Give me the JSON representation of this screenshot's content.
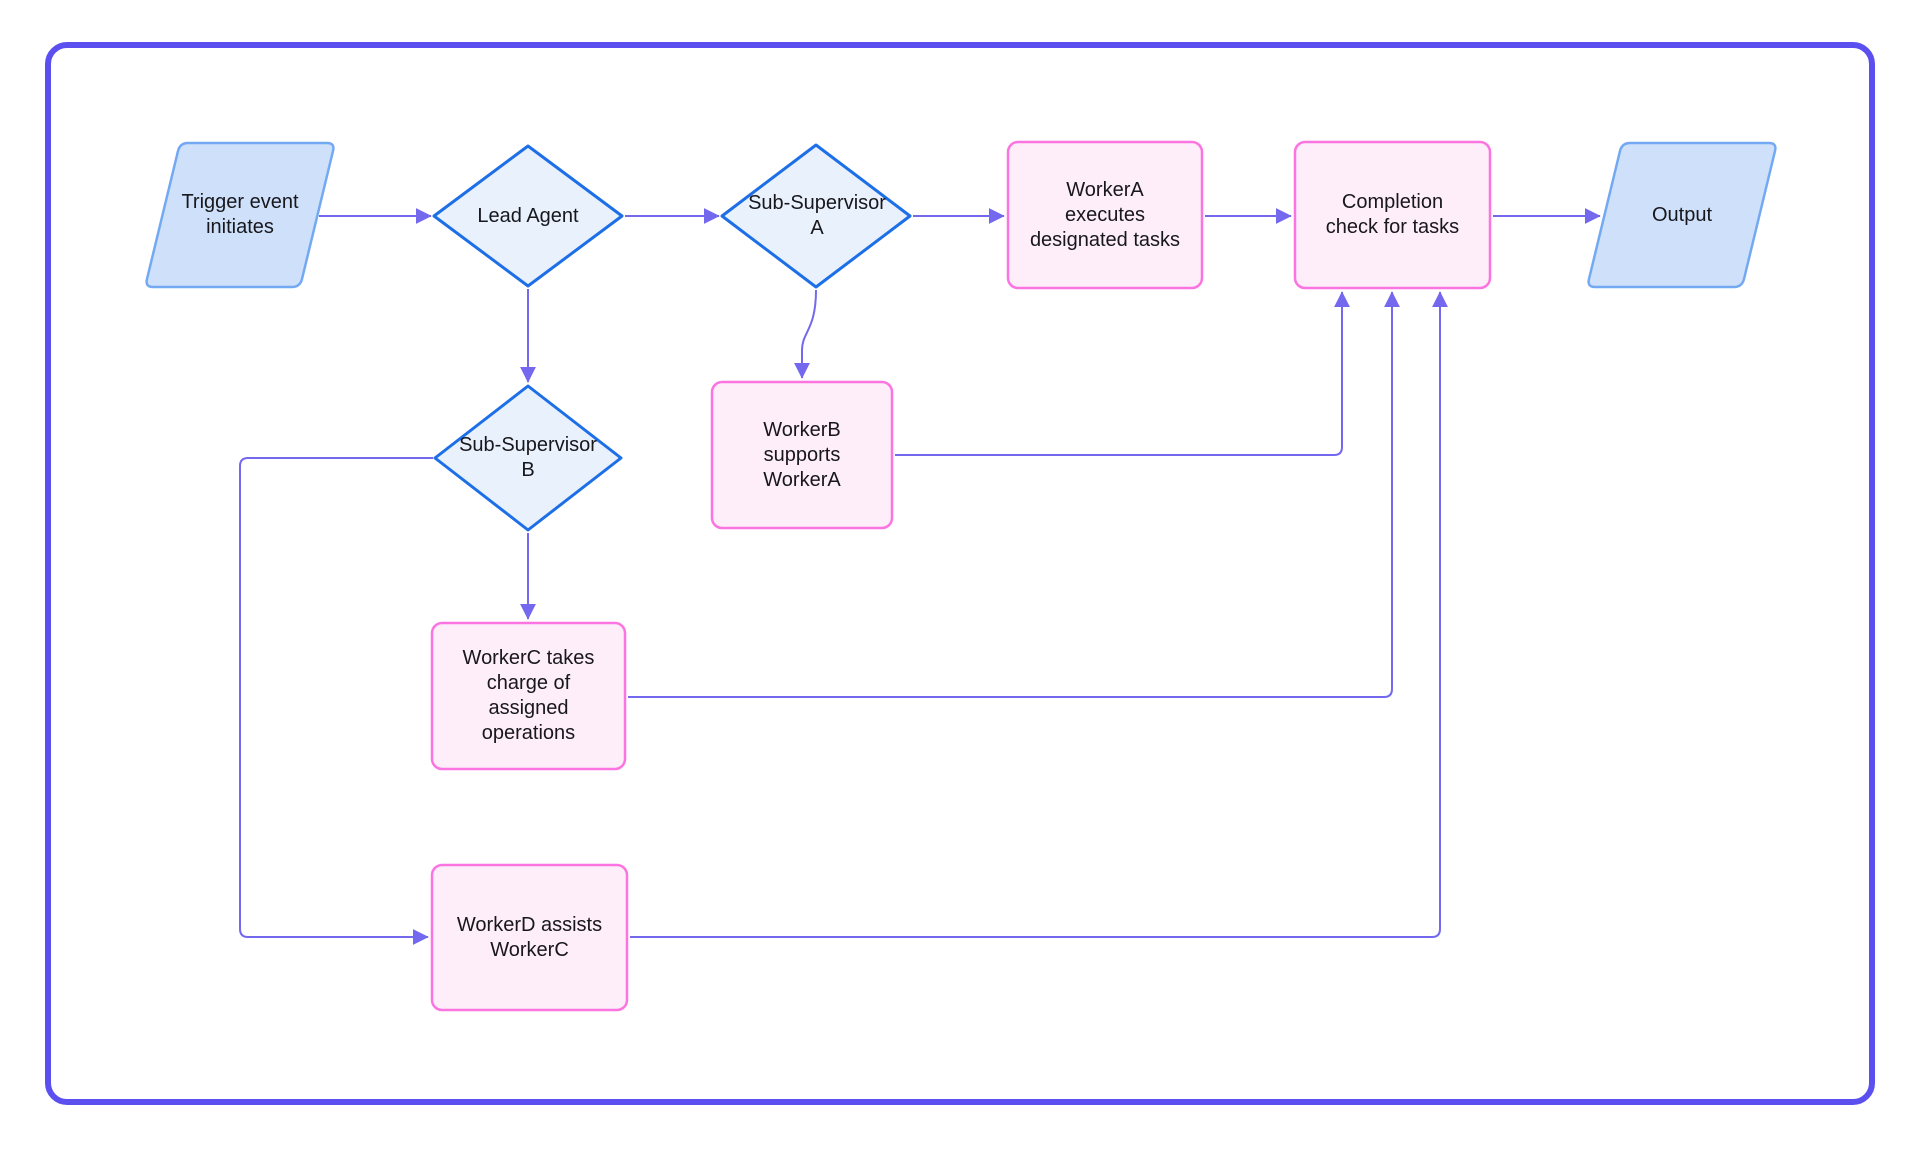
{
  "diagram": {
    "title": "Multi-agent task delegation flowchart",
    "nodes": {
      "trigger": {
        "label": "Trigger event\ninitiates",
        "shape": "parallelogram"
      },
      "lead_agent": {
        "label": "Lead Agent",
        "shape": "diamond"
      },
      "sub_supervisor_a": {
        "label": "Sub-Supervisor\nA",
        "shape": "diamond"
      },
      "sub_supervisor_b": {
        "label": "Sub-Supervisor\nB",
        "shape": "diamond"
      },
      "worker_a": {
        "label": "WorkerA\nexecutes\ndesignated tasks",
        "shape": "rounded-rectangle"
      },
      "worker_b": {
        "label": "WorkerB\nsupports\nWorkerA",
        "shape": "rounded-rectangle"
      },
      "worker_c": {
        "label": "WorkerC takes\ncharge of\nassigned\noperations",
        "shape": "rounded-rectangle"
      },
      "worker_d": {
        "label": "WorkerD assists\nWorkerC",
        "shape": "rounded-rectangle"
      },
      "completion_check": {
        "label": "Completion\ncheck for tasks",
        "shape": "rounded-rectangle"
      },
      "output": {
        "label": "Output",
        "shape": "parallelogram"
      }
    },
    "edges": [
      {
        "from": "trigger",
        "to": "lead_agent"
      },
      {
        "from": "lead_agent",
        "to": "sub_supervisor_a"
      },
      {
        "from": "lead_agent",
        "to": "sub_supervisor_b"
      },
      {
        "from": "sub_supervisor_a",
        "to": "worker_a"
      },
      {
        "from": "sub_supervisor_a",
        "to": "worker_b"
      },
      {
        "from": "sub_supervisor_b",
        "to": "worker_c"
      },
      {
        "from": "sub_supervisor_b",
        "to": "worker_d"
      },
      {
        "from": "worker_a",
        "to": "completion_check"
      },
      {
        "from": "worker_b",
        "to": "completion_check"
      },
      {
        "from": "worker_c",
        "to": "completion_check"
      },
      {
        "from": "worker_d",
        "to": "completion_check"
      },
      {
        "from": "completion_check",
        "to": "output"
      }
    ],
    "colors": {
      "frame_border": "#5b4ff0",
      "connector": "#7368ee",
      "diamond_stroke": "#1d6fe8",
      "diamond_fill": "#e9f1fc",
      "parallelogram_stroke": "#73a9f3",
      "parallelogram_fill": "#cfe1fa",
      "task_stroke": "#fc74e1",
      "task_fill": "#fdeef9",
      "text": "#17171c",
      "background": "#ffffff"
    }
  }
}
